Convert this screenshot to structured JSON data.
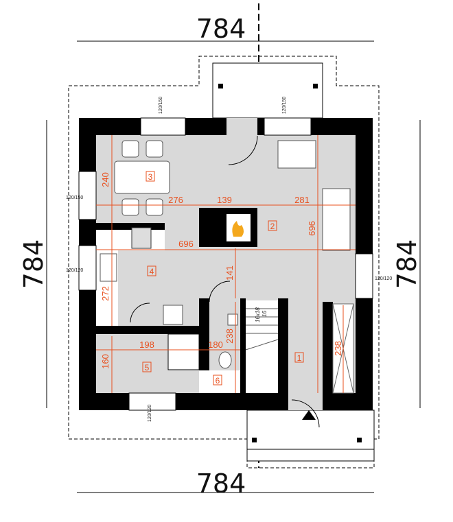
{
  "overall_dimensions": {
    "top": "784",
    "bottom": "784",
    "left": "784",
    "right": "784"
  },
  "rooms": [
    "1",
    "2",
    "3",
    "4",
    "5",
    "6"
  ],
  "dimensions": {
    "dining_height": "240",
    "dining_width": "276",
    "fireplace_width": "139",
    "living_width": "281",
    "interior_width": "696",
    "living_height": "696",
    "kitchen_height": "272",
    "hall_gap": "141",
    "bath_width": "198",
    "bath_height": "160",
    "wc_width": "180",
    "wc_height": "238",
    "closet_height": "238"
  },
  "windows": {
    "top_left": "120/150",
    "top_right": "120/150",
    "left_upper": "120/150",
    "left_lower": "120/120",
    "right": "120/120",
    "bottom": "120/120"
  },
  "stairs": {
    "label": "16x18",
    "count": "16"
  },
  "colors": {
    "wall": "#000000",
    "floor": "#d9d9d9",
    "dimension": "#e8501e"
  }
}
